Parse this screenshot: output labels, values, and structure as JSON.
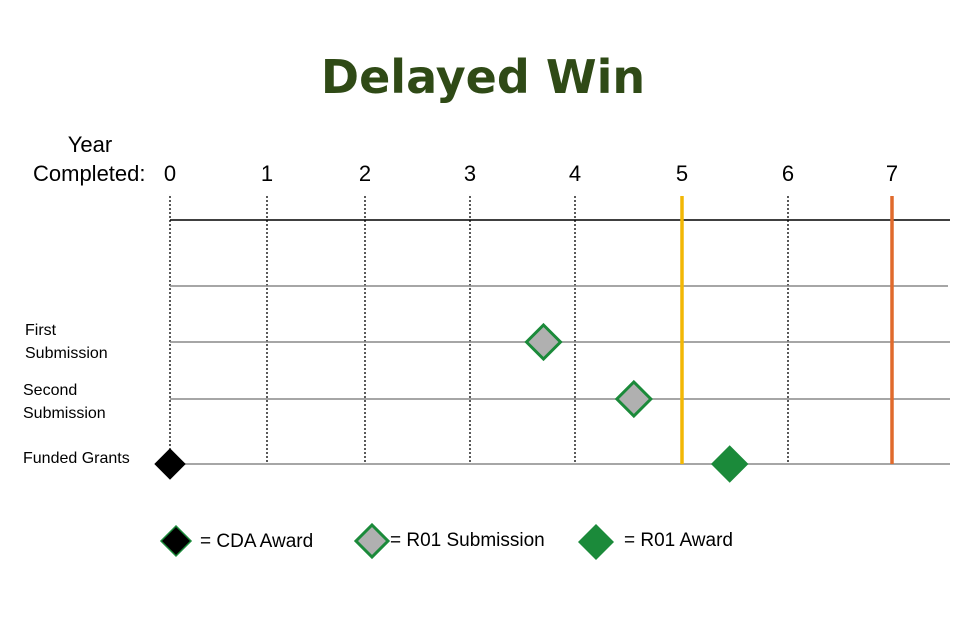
{
  "title": "Delayed Win",
  "axis": {
    "header_line1": "Year",
    "header_line2": "Completed:",
    "ticks": [
      "0",
      "1",
      "2",
      "3",
      "4",
      "5",
      "6",
      "7"
    ]
  },
  "rows": {
    "first_line1": "First",
    "first_line2": "Submission",
    "second_line1": "Second",
    "second_line2": "Submission",
    "funded": "Funded Grants"
  },
  "chart_data": {
    "type": "timeline",
    "title": "Delayed Win",
    "xlabel": "Year Completed",
    "xlim": [
      0,
      7.5
    ],
    "events": [
      {
        "row": "Funded Grants",
        "type": "CDA Award",
        "year": 0
      },
      {
        "row": "First Submission",
        "type": "R01 Submission",
        "year": 3.7
      },
      {
        "row": "Second Submission",
        "type": "R01 Submission",
        "year": 4.55
      },
      {
        "row": "Funded Grants",
        "type": "R01 Award",
        "year": 5.45
      }
    ],
    "markers": [
      {
        "year": 5,
        "color": "#f2b705"
      },
      {
        "year": 7,
        "color": "#e06a2c"
      }
    ]
  },
  "legend": {
    "cda": "= CDA  Award",
    "submission": "= R01 Submission",
    "award": "= R01 Award"
  },
  "colors": {
    "title": "#2f4a16",
    "green": "#1b8a3a",
    "gray": "#b0b0b0"
  }
}
